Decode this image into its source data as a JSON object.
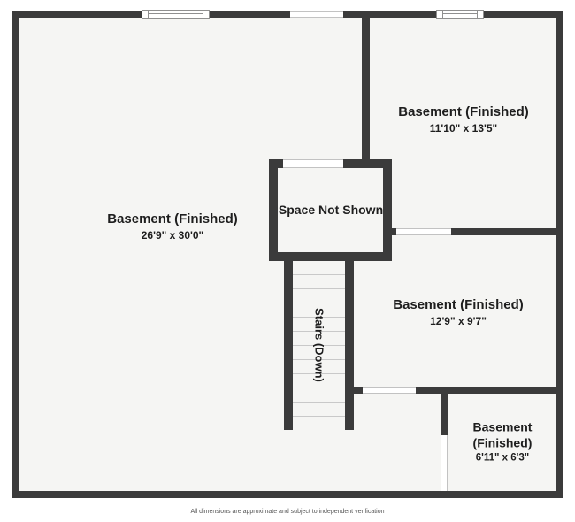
{
  "rooms": [
    {
      "name": "Basement (Finished)",
      "dims": "26'9\" x 30'0\""
    },
    {
      "name": "Basement (Finished)",
      "dims": "11'10\" x 13'5\""
    },
    {
      "name": "Basement (Finished)",
      "dims": "12'9\" x 9'7\""
    },
    {
      "name": "Basement (Finished)",
      "dims": "6'11\" x 6'3\""
    }
  ],
  "labels": {
    "space_not_shown": "Space Not Shown",
    "stairs": "Stairs (Down)"
  },
  "footer": {
    "disclaimer": "All dimensions are approximate and subject to independent verification"
  },
  "colors": {
    "wall": "#3b3b3b",
    "floor": "#f5f5f3",
    "tread": "#c9c9c9",
    "ink": "#1e1e1e"
  }
}
